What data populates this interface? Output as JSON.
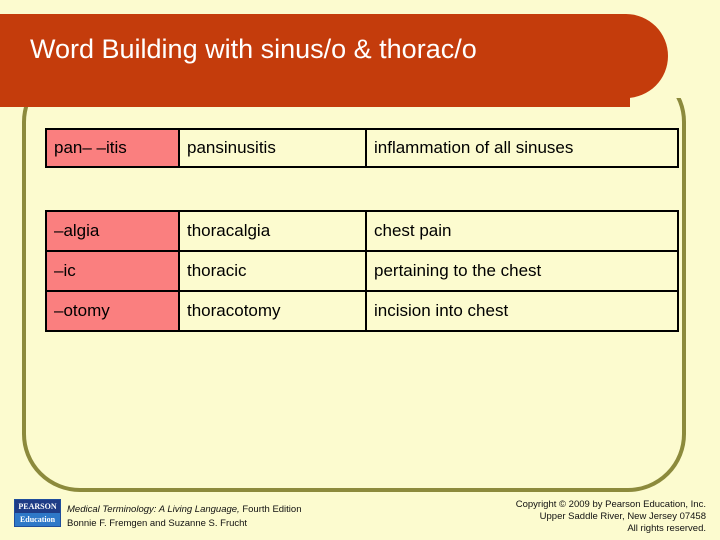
{
  "slide": {
    "title": "Word Building with sinus/o & thorac/o",
    "background_color": "#FCFBCF",
    "banner_color": "#C43C0C",
    "frame_color": "#8C8A3C",
    "key_cell_color": "#FA7F7F"
  },
  "table_top": {
    "rows": [
      {
        "key": "pan–  –itis",
        "term": "pansinusitis",
        "definition": "inflammation of all sinuses"
      }
    ]
  },
  "table_bottom": {
    "rows": [
      {
        "key": "–algia",
        "term": "thoracalgia",
        "definition": "chest pain"
      },
      {
        "key": "–ic",
        "term": "thoracic",
        "definition": "pertaining to the chest"
      },
      {
        "key": "–otomy",
        "term": "thoracotomy",
        "definition": "incision into chest"
      }
    ]
  },
  "footer": {
    "logo": {
      "top": "PEARSON",
      "bottom": "Education"
    },
    "book_title": "Medical Terminology: A Living Language,",
    "book_edition": " Fourth Edition",
    "authors": "Bonnie F. Fremgen and Suzanne S. Frucht",
    "copyright_line1": "Copyright © 2009 by Pearson Education, Inc.",
    "copyright_line2": "Upper Saddle River, New Jersey 07458",
    "copyright_line3": "All rights reserved."
  }
}
